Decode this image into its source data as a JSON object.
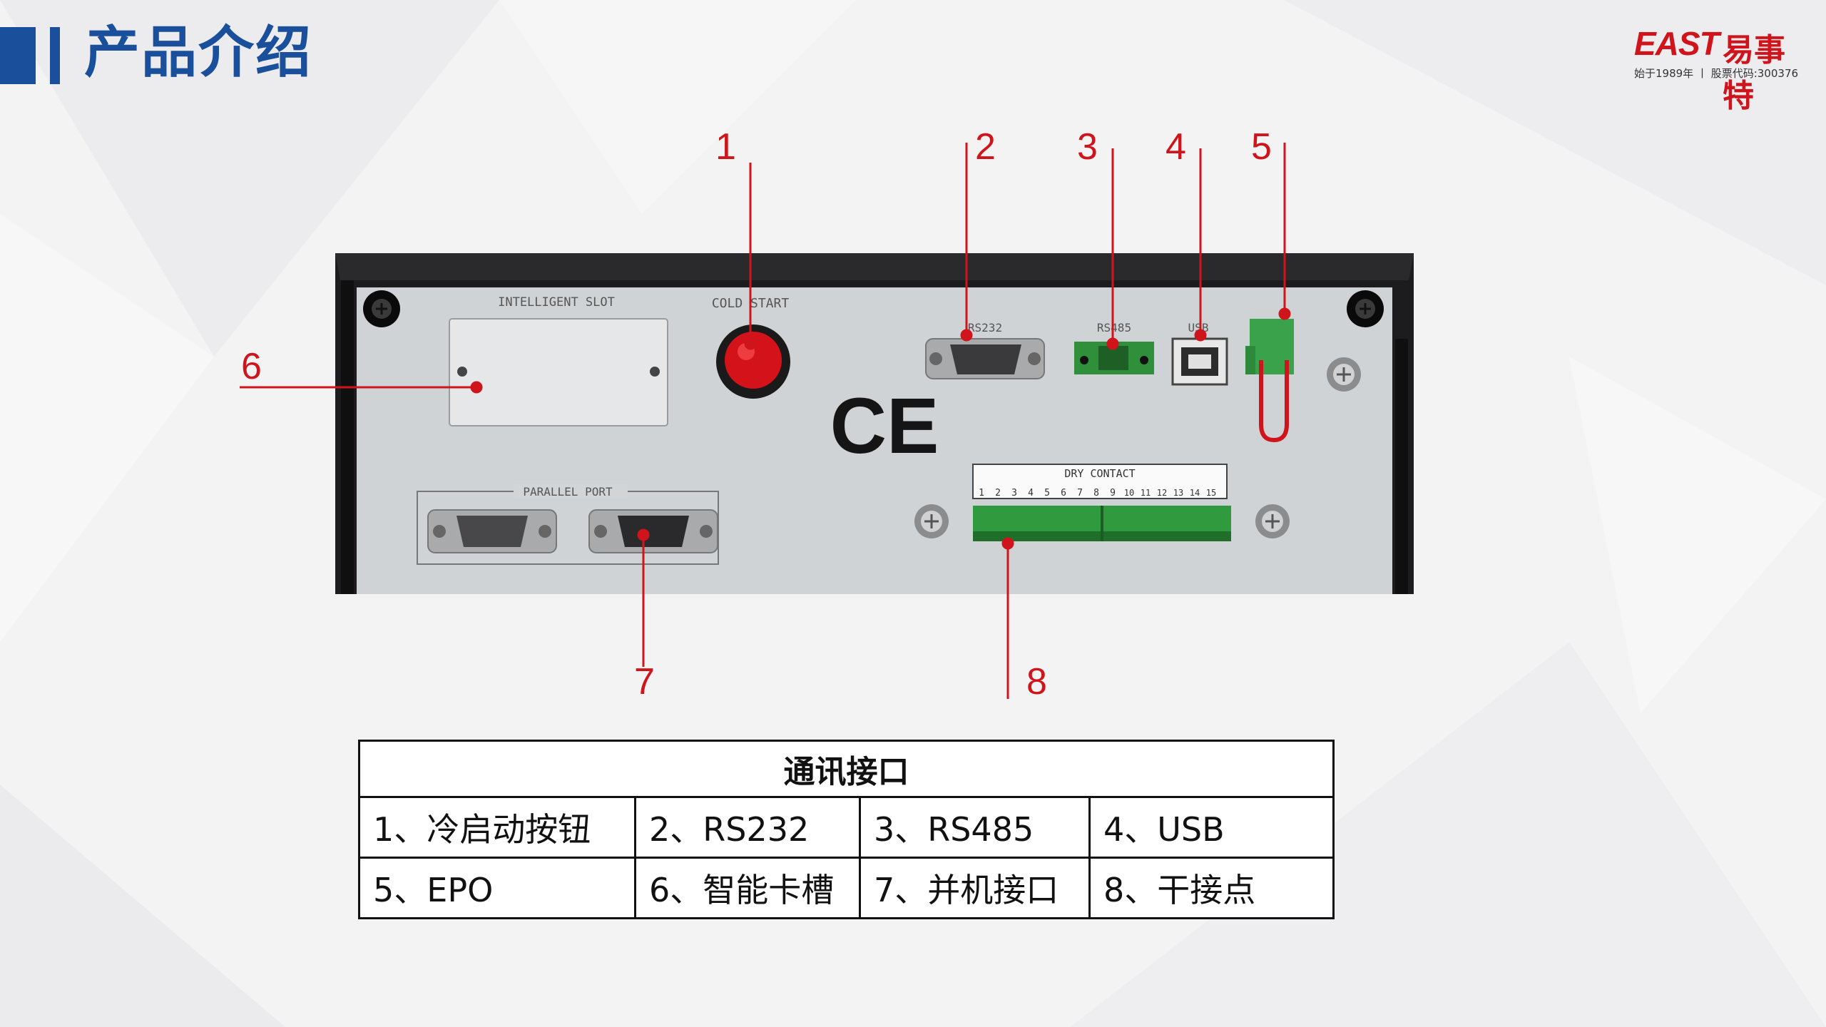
{
  "header": {
    "title": "产品介绍"
  },
  "brand": {
    "name": "EAST",
    "name_cn": "易事特",
    "tagline": "始于1989年  丨  股票代码:300376",
    "color": "#d0141c"
  },
  "accent_color": "#1a4f9c",
  "panel": {
    "intelligent_slot": "INTELLIGENT SLOT",
    "cold_start": "COLD START",
    "rs232": "RS232",
    "rs485": "RS485",
    "usb": "USB",
    "parallel_port": "PARALLEL   PORT",
    "dry_contact": "DRY CONTACT",
    "ce_mark": "CE",
    "terminal_numbers": [
      "1",
      "2",
      "3",
      "4",
      "5",
      "6",
      "7",
      "8",
      "9",
      "10",
      "11",
      "12",
      "13",
      "14",
      "15"
    ]
  },
  "callouts": [
    "1",
    "2",
    "3",
    "4",
    "5",
    "6",
    "7",
    "8"
  ],
  "table": {
    "title": "通讯接口",
    "rows": [
      [
        "1、冷启动按钮",
        "2、RS232",
        "3、RS485",
        "4、USB"
      ],
      [
        "5、EPO",
        "6、智能卡槽",
        "7、并机接口",
        "8、干接点"
      ]
    ]
  }
}
